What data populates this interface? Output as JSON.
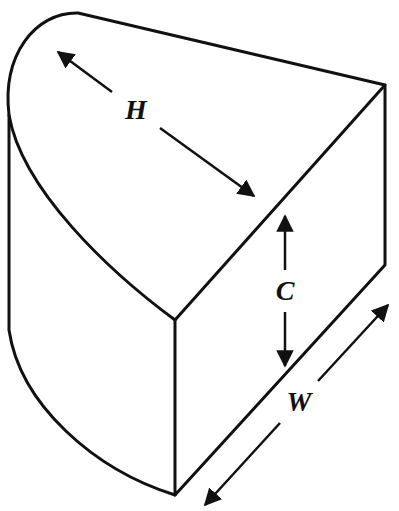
{
  "diagram": {
    "labels": [
      "H",
      "C",
      "W"
    ]
  }
}
